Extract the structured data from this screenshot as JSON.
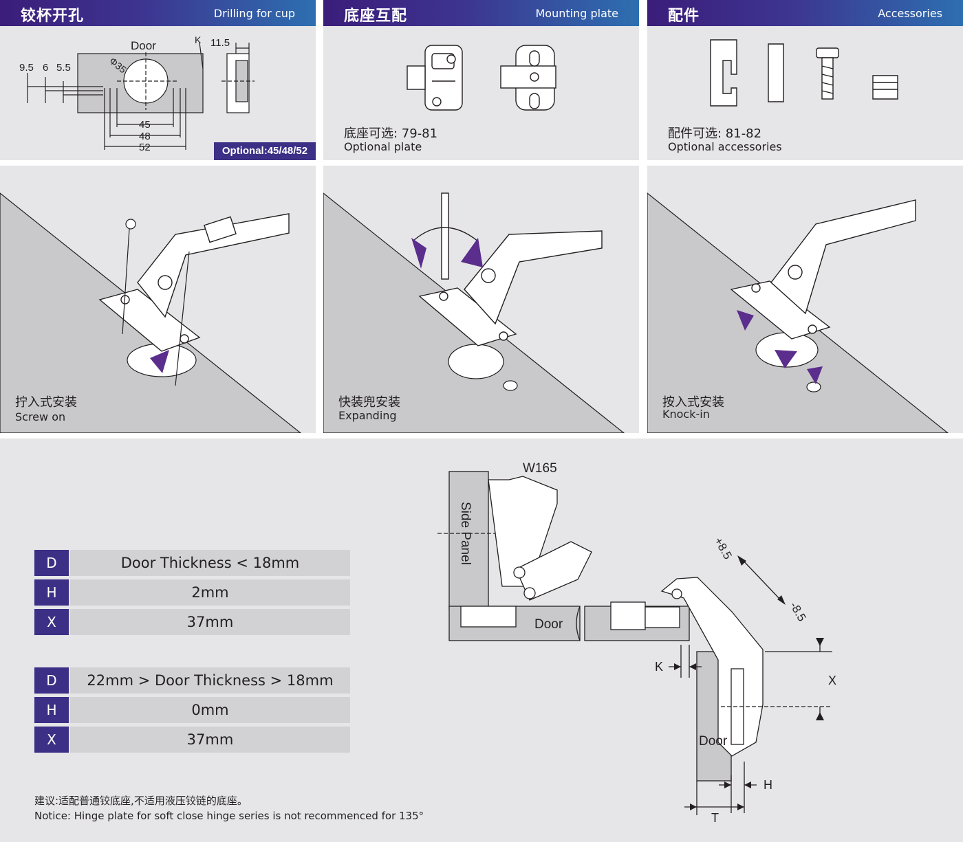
{
  "panels": {
    "drilling": {
      "title_zh": "铰杯开孔",
      "title_en": "Drilling  for cup",
      "door_label": "Door",
      "k_label": "K",
      "dim_11_5": "11.5",
      "dim_9_5": "9.5",
      "dim_6": "6",
      "dim_5_5": "5.5",
      "dia_label": "Φ35",
      "dim_45": "45",
      "dim_48": "48",
      "dim_52": "52",
      "optional": "Optional:45/48/52"
    },
    "mounting": {
      "title_zh": "底座互配",
      "title_en": "Mounting plate",
      "caption_zh": "底座可选: 79-81",
      "caption_en": "Optional plate"
    },
    "accessories": {
      "title_zh": "配件",
      "title_en": "Accessories",
      "caption_zh": "配件可选: 81-82",
      "caption_en": "Optional accessories"
    },
    "screw_on": {
      "caption_zh": "拧入式安装",
      "caption_en": "Screw on"
    },
    "expanding": {
      "caption_zh": "快装兜安装",
      "caption_en": "Expanding"
    },
    "knock_in": {
      "caption_zh": "按入式安装",
      "caption_en": "Knock-in"
    }
  },
  "table1": [
    {
      "key": "D",
      "value": "Door Thickness < 18mm"
    },
    {
      "key": "H",
      "value": "2mm"
    },
    {
      "key": "X",
      "value": "37mm"
    }
  ],
  "table2": [
    {
      "key": "D",
      "value": "22mm > Door Thickness > 18mm"
    },
    {
      "key": "H",
      "value": "0mm"
    },
    {
      "key": "X",
      "value": "37mm"
    }
  ],
  "notice": {
    "zh": "建议:适配普通铰底座,不适用液压铰链的底座。",
    "en": "Notice: Hinge plate for soft close hinge series is not recommenced for  135°"
  },
  "diagram": {
    "model": "W165",
    "side_panel": "Side Panel",
    "door1": "Door",
    "door2": "Door",
    "plus": "+8.5",
    "minus": "-8.5",
    "k": "K",
    "x": "X",
    "h": "H",
    "t": "T"
  },
  "colors": {
    "accent": "#3b2f86",
    "arrow": "#5b2d8c",
    "panel_bg": "#e6e6e8",
    "cell_bg": "#d2d2d5"
  }
}
